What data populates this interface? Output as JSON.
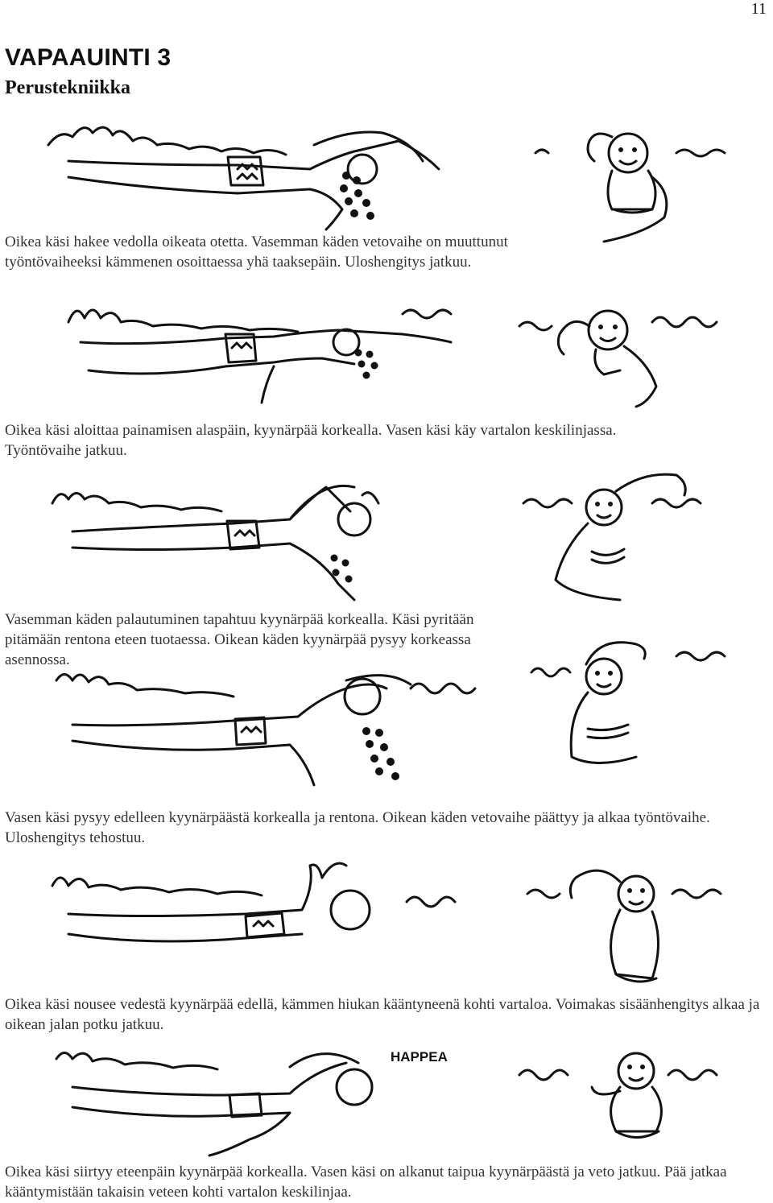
{
  "page_number": "11",
  "title": "VAPAAUINTI 3",
  "subtitle": "Perustekniikka",
  "captions": [
    "Oikea käsi hakee vedolla oikeata otetta. Vasemman käden vetovaihe on muuttunut työntövaiheeksi kämmenen osoittaessa yhä taaksepäin. Uloshengitys jatkuu.",
    "Oikea käsi aloittaa painamisen alaspäin, kyynärpää korkealla. Vasen käsi käy vartalon keskilinjassa. Työntövaihe jatkuu.",
    "Vasemman käden palautuminen tapahtuu kyynärpää korkealla. Käsi pyritään pitämään rentona eteen tuotaessa. Oikean käden kyynärpää pysyy korkeassa asennossa.",
    "Vasen käsi pysyy edelleen kyynärpäästä korkealla ja rentona. Oikean käden vetovaihe päättyy ja alkaa työntövaihe. Uloshengitys tehostuu.",
    "Oikea käsi nousee vedestä kyynärpää edellä, kämmen hiukan kääntyneenä kohti vartaloa. Voimakas sisäänhengitys alkaa ja oikean jalan potku jatkuu.",
    "Oikea käsi siirtyy eteenpäin kyynärpää korkealla. Vasen käsi on alkanut taipua kyynärpäästä ja veto jatkuu. Pää jatkaa kääntymistään takaisin veteen kohti vartalon keskilinjaa."
  ],
  "handwritten_label": "HAPPEA",
  "icons": [
    "swimmer-side-illustration",
    "swimmer-front-illustration",
    "bubbles-illustration",
    "wave-illustration"
  ]
}
